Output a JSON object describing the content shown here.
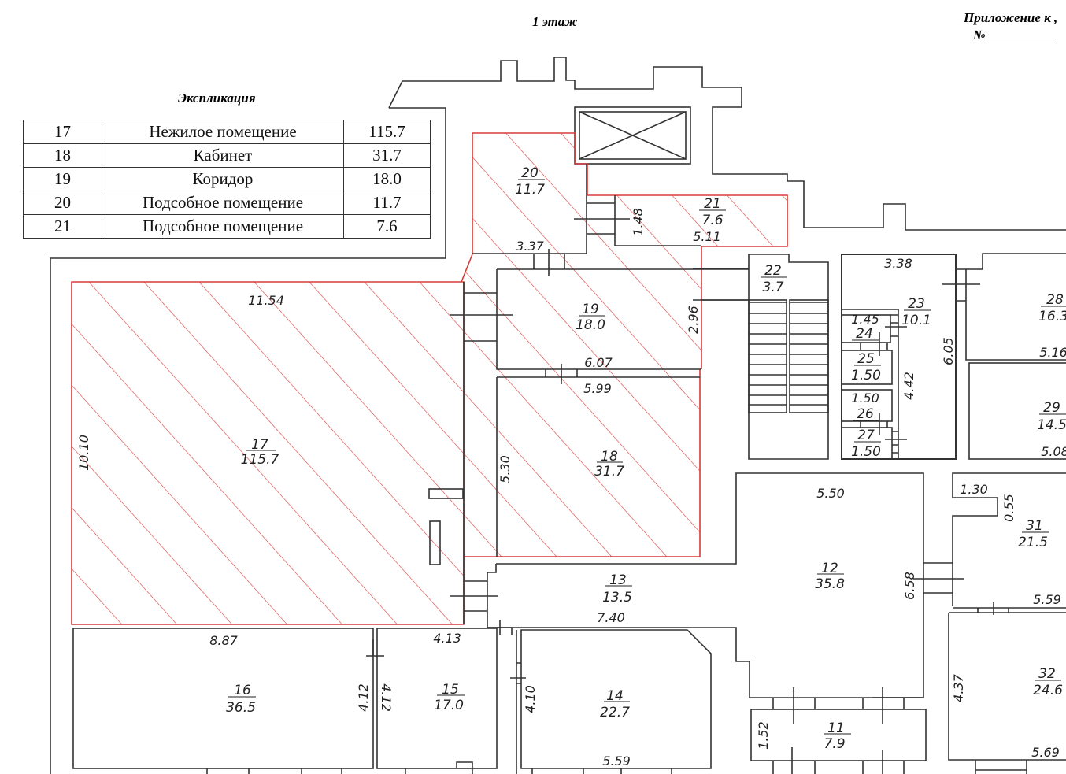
{
  "header": {
    "floor_title": "1 этаж",
    "appendix_label": "Приложение к ,",
    "appendix_number_prefix": "№"
  },
  "explication": {
    "title": "Экспликация",
    "rows": [
      {
        "num": "17",
        "name": "Нежилое помещение",
        "area": "115.7"
      },
      {
        "num": "18",
        "name": "Кабинет",
        "area": "31.7"
      },
      {
        "num": "19",
        "name": "Коридор",
        "area": "18.0"
      },
      {
        "num": "20",
        "name": "Подсобное помещение",
        "area": "11.7"
      },
      {
        "num": "21",
        "name": "Подсобное помещение",
        "area": "7.6"
      }
    ]
  },
  "colors": {
    "highlight": "#d93a3a",
    "wall": "#333333"
  },
  "rooms": [
    {
      "id": "17",
      "num": "17",
      "area": "115.7",
      "highlighted": true
    },
    {
      "id": "18",
      "num": "18",
      "area": "31.7",
      "highlighted": true
    },
    {
      "id": "19",
      "num": "19",
      "area": "18.0",
      "highlighted": true
    },
    {
      "id": "20",
      "num": "20",
      "area": "11.7",
      "highlighted": true
    },
    {
      "id": "21",
      "num": "21",
      "area": "7.6",
      "highlighted": true
    },
    {
      "id": "22",
      "num": "22",
      "area": "3.7",
      "highlighted": false
    },
    {
      "id": "23",
      "num": "23",
      "area": "10.1",
      "highlighted": false
    },
    {
      "id": "24",
      "num": "24",
      "area": "",
      "highlighted": false
    },
    {
      "id": "25",
      "num": "25",
      "area": "1.50",
      "highlighted": false
    },
    {
      "id": "26",
      "num": "26",
      "area": "",
      "highlighted": false
    },
    {
      "id": "27",
      "num": "27",
      "area": "1.50",
      "highlighted": false
    },
    {
      "id": "28",
      "num": "28",
      "area": "16.3",
      "highlighted": false
    },
    {
      "id": "29",
      "num": "29",
      "area": "14.5",
      "highlighted": false
    },
    {
      "id": "31",
      "num": "31",
      "area": "21.5",
      "highlighted": false
    },
    {
      "id": "32",
      "num": "32",
      "area": "24.6",
      "highlighted": false
    },
    {
      "id": "12",
      "num": "12",
      "area": "35.8",
      "highlighted": false
    },
    {
      "id": "13",
      "num": "13",
      "area": "13.5",
      "highlighted": false
    },
    {
      "id": "14",
      "num": "14",
      "area": "22.7",
      "highlighted": false
    },
    {
      "id": "15",
      "num": "15",
      "area": "17.0",
      "highlighted": false
    },
    {
      "id": "16",
      "num": "16",
      "area": "36.5",
      "highlighted": false
    },
    {
      "id": "11",
      "num": "11",
      "area": "7.9",
      "highlighted": false
    }
  ],
  "dimensions": {
    "d17_top": "11.54",
    "d17_left": "10.10",
    "d19_bottom": "6.07",
    "d19_right": "2.96",
    "d18_top": "5.99",
    "d18_left": "5.30",
    "d20_bottom": "3.37",
    "d21_left": "1.48",
    "d21_bottom": "5.11",
    "d23_top": "3.38",
    "d23_right": "6.05",
    "d23_inner": "4.42",
    "d24_top": "1.45",
    "d26_top": "1.50",
    "d28_bottom": "5.16",
    "d29_bottom": "5.08",
    "d12_top": "5.50",
    "d12_right": "6.58",
    "d31_top": "1.30",
    "d31_notch": "0.55",
    "d31_bottom": "5.59",
    "d13_bottom": "7.40",
    "d16_top": "8.87",
    "d16_right": "4.12",
    "d15_top": "4.13",
    "d15_left": "4.12",
    "d14_left": "4.10",
    "d14_bottom": "5.59",
    "d11_left": "1.52",
    "d32_left": "4.37",
    "d32_bottom": "5.69"
  }
}
